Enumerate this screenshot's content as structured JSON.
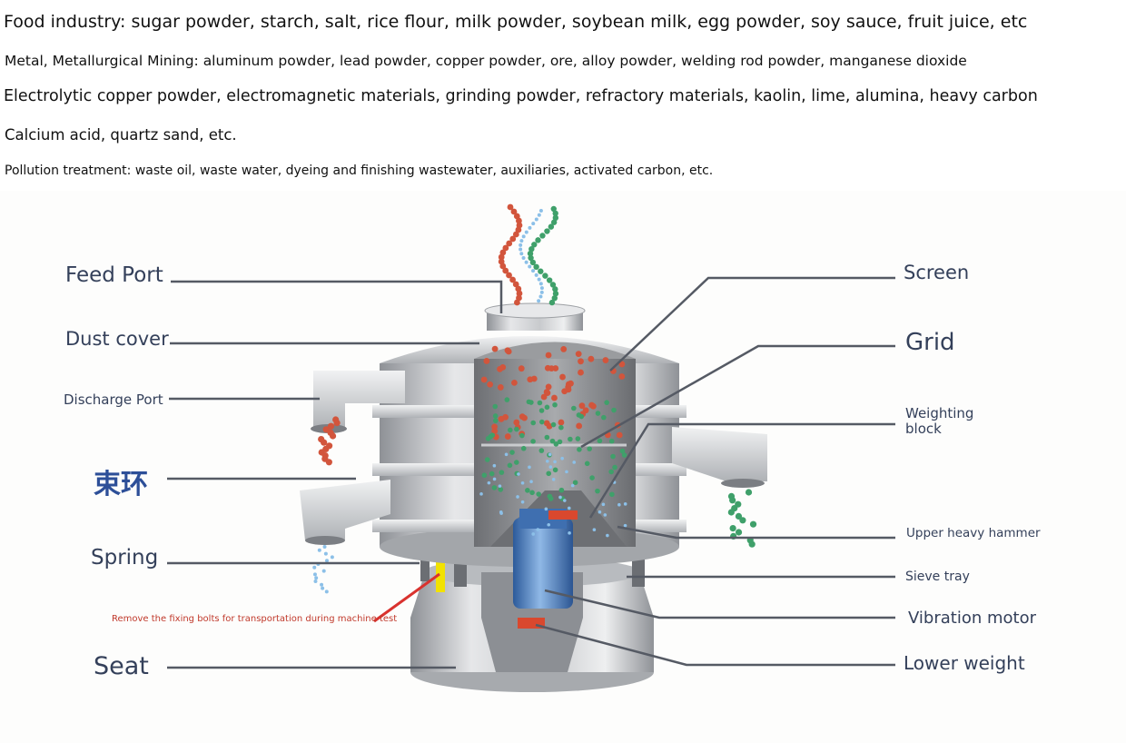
{
  "intro_lines": [
    "Food industry: sugar powder, starch, salt, rice flour, milk powder, soybean milk, egg powder, soy sauce, fruit juice, etc",
    "Metal, Metallurgical Mining: aluminum powder, lead powder, copper powder, ore, alloy powder, welding rod powder, manganese dioxide",
    "Electrolytic copper powder, electromagnetic materials, grinding powder, refractory materials, kaolin, lime, alumina, heavy carbon",
    "Calcium acid, quartz sand, etc.",
    "Pollution treatment: waste oil, waste water, dyeing and finishing wastewater, auxiliaries, activated carbon, etc."
  ],
  "labels": {
    "feed_port": "Feed Port",
    "dust_cover": "Dust cover",
    "discharge_port": "Discharge Port",
    "clamp_ring": "束环",
    "spring": "Spring",
    "seat": "Seat",
    "screen": "Screen",
    "grid": "Grid",
    "weighting_block": "Weighting\nblock",
    "upper_heavy_hammer": "Upper heavy hammer",
    "sieve_tray": "Sieve tray",
    "vibration_motor": "Vibration motor",
    "lower_weight": "Lower weight"
  },
  "notes": {
    "transport_bolt": "Remove the fixing bolts for transportation during machine test"
  },
  "colors": {
    "label_text": "#34405a",
    "clamp_ring_text": "#2d4f98",
    "note_text": "#c0392b",
    "leader_line": "#555a64",
    "red_particle": "#d2553c",
    "green_particle": "#3fa06a",
    "blue_particle": "#8cc0e8",
    "motor": "#4d86c6",
    "bolt": "#f2e200"
  }
}
